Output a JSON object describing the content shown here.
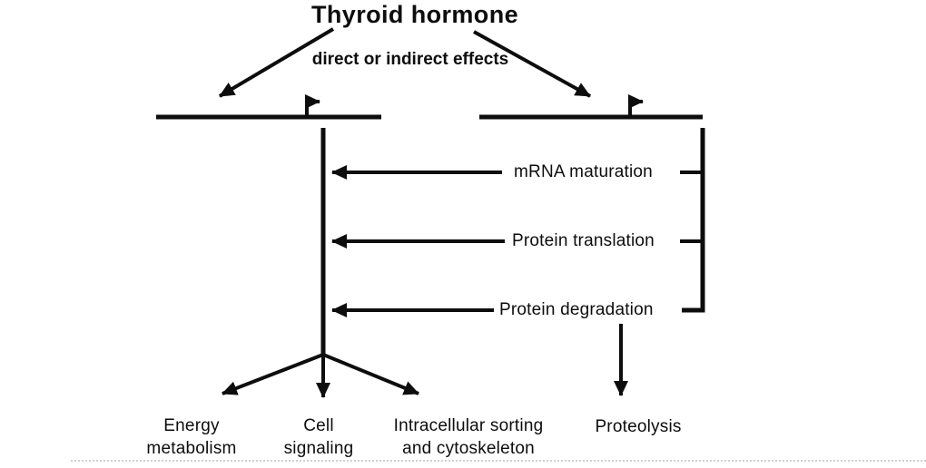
{
  "colors": {
    "ink": "#0d0d0d",
    "background": "#ffffff",
    "page_edge": "#c8c8ce"
  },
  "diagram": {
    "title": "Thyroid hormone",
    "subtitle": "direct or indirect effects",
    "symbols": {
      "promoter_icon": "transcription-start-bent-arrow",
      "effect_arrow_icon": "solid-triangle-arrowhead"
    },
    "processes": [
      {
        "label": "mRNA maturation"
      },
      {
        "label": "Protein translation"
      },
      {
        "label": "Protein degradation"
      }
    ],
    "outcomes": {
      "energy": {
        "line1": "Energy",
        "line2": "metabolism"
      },
      "signaling": {
        "line1": "Cell",
        "line2": "signaling"
      },
      "sorting": {
        "line1": "Intracellular sorting",
        "line2": "and cytoskeleton"
      },
      "proteolysis": {
        "label": "Proteolysis"
      }
    }
  }
}
